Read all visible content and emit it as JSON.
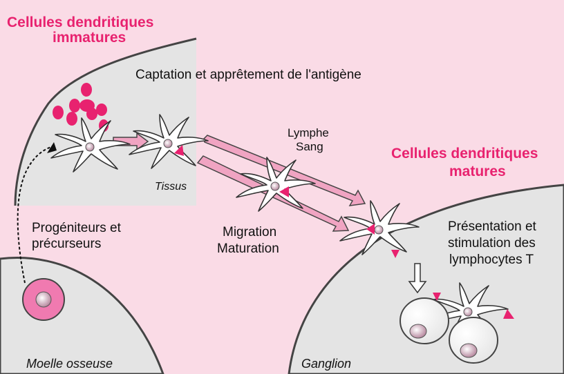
{
  "titles": {
    "immature_line1": "Cellules dendritiques",
    "immature_line2": "immatures",
    "mature_line1": "Cellules dendritiques",
    "mature_line2": "matures"
  },
  "labels": {
    "capture": "Captation et apprêtement de l'antigène",
    "tissue": "Tissus",
    "lymph": "Lymphe",
    "blood": "Sang",
    "progenitors_line1": "Progéniteurs et",
    "progenitors_line2": "précurseurs",
    "migration": "Migration",
    "maturation": "Maturation",
    "presentation_line1": "Présentation et",
    "presentation_line2": "stimulation des",
    "presentation_line3": "lymphocytes T",
    "bone_marrow": "Moelle osseuse",
    "lymph_node": "Ganglion"
  },
  "colors": {
    "background": "#fadbe6",
    "region": "#e4e4e4",
    "accent": "#e8226f",
    "arrow_fill": "#f0a4c2",
    "outline": "#444444"
  }
}
